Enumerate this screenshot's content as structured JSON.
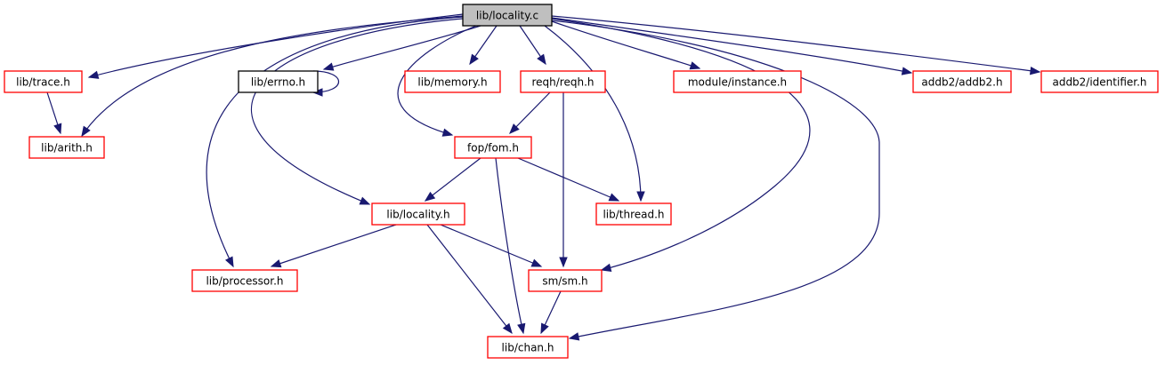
{
  "diagram": {
    "type": "include-dependency-graph",
    "root": "lib/locality.c",
    "colors": {
      "edge": "#191970",
      "root_fill": "#bfbfbf",
      "root_border": "#000000",
      "node_border_documented": "#ff0000",
      "node_border_plain": "#000000",
      "node_fill": "#ffffff"
    },
    "nodes": [
      {
        "id": "root",
        "label": "lib/locality.c",
        "style": "root"
      },
      {
        "id": "trace",
        "label": "lib/trace.h",
        "style": "red"
      },
      {
        "id": "arith",
        "label": "lib/arith.h",
        "style": "red"
      },
      {
        "id": "errno",
        "label": "lib/errno.h",
        "style": "black"
      },
      {
        "id": "memory",
        "label": "lib/memory.h",
        "style": "red"
      },
      {
        "id": "reqh",
        "label": "reqh/reqh.h",
        "style": "red"
      },
      {
        "id": "instance",
        "label": "module/instance.h",
        "style": "red"
      },
      {
        "id": "addb2",
        "label": "addb2/addb2.h",
        "style": "red"
      },
      {
        "id": "identifier",
        "label": "addb2/identifier.h",
        "style": "red"
      },
      {
        "id": "fom",
        "label": "fop/fom.h",
        "style": "red"
      },
      {
        "id": "localityh",
        "label": "lib/locality.h",
        "style": "red"
      },
      {
        "id": "thread",
        "label": "lib/thread.h",
        "style": "red"
      },
      {
        "id": "processor",
        "label": "lib/processor.h",
        "style": "red"
      },
      {
        "id": "sm",
        "label": "sm/sm.h",
        "style": "red"
      },
      {
        "id": "chan",
        "label": "lib/chan.h",
        "style": "red"
      }
    ],
    "edges": [
      {
        "from": "root",
        "to": "trace"
      },
      {
        "from": "root",
        "to": "arith"
      },
      {
        "from": "root",
        "to": "errno"
      },
      {
        "from": "root",
        "to": "memory"
      },
      {
        "from": "root",
        "to": "reqh"
      },
      {
        "from": "root",
        "to": "instance"
      },
      {
        "from": "root",
        "to": "addb2"
      },
      {
        "from": "root",
        "to": "identifier"
      },
      {
        "from": "root",
        "to": "fom"
      },
      {
        "from": "root",
        "to": "localityh"
      },
      {
        "from": "root",
        "to": "thread"
      },
      {
        "from": "root",
        "to": "processor"
      },
      {
        "from": "root",
        "to": "sm"
      },
      {
        "from": "root",
        "to": "chan"
      },
      {
        "from": "trace",
        "to": "arith"
      },
      {
        "from": "errno",
        "to": "errno"
      },
      {
        "from": "reqh",
        "to": "fom"
      },
      {
        "from": "reqh",
        "to": "sm"
      },
      {
        "from": "fom",
        "to": "localityh"
      },
      {
        "from": "fom",
        "to": "thread"
      },
      {
        "from": "fom",
        "to": "chan"
      },
      {
        "from": "localityh",
        "to": "processor"
      },
      {
        "from": "localityh",
        "to": "sm"
      },
      {
        "from": "localityh",
        "to": "chan"
      },
      {
        "from": "sm",
        "to": "chan"
      }
    ]
  }
}
